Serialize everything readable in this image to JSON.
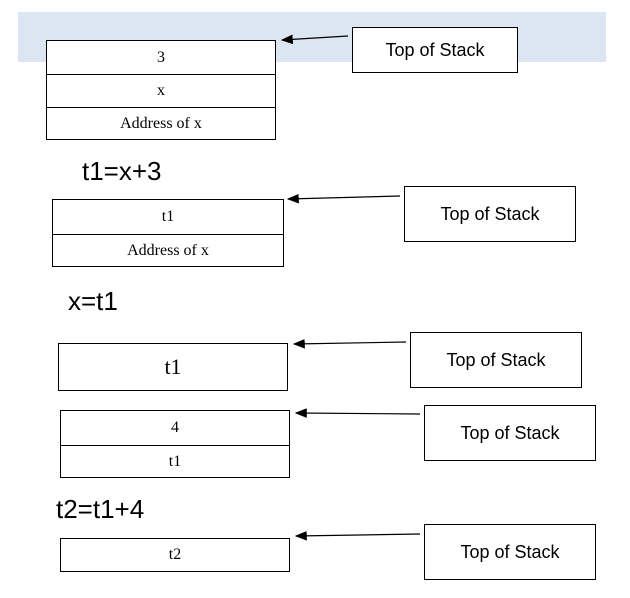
{
  "top_label": "Top of Stack",
  "ops": [
    "t1=x+3",
    "x=t1",
    "t2=t1+4"
  ],
  "stacks": [
    [
      "3",
      "x",
      "Address of x"
    ],
    [
      "t1",
      "Address of x"
    ],
    [
      "t1"
    ],
    [
      "4",
      "t1"
    ],
    [
      "t2"
    ]
  ]
}
